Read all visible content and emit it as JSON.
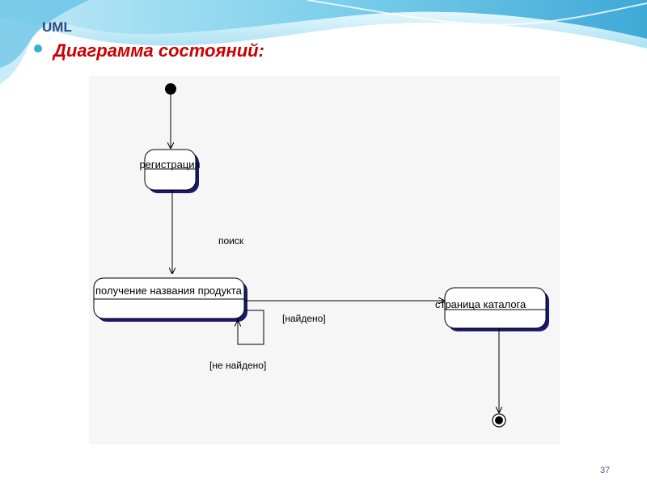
{
  "slide": {
    "kicker": "UML",
    "title": "Диаграмма состояний:",
    "page_number": "37"
  },
  "diagram": {
    "states": [
      {
        "id": "registration",
        "label": "регистрация"
      },
      {
        "id": "get-product-name",
        "label": "получение названия продукта"
      },
      {
        "id": "catalog-page",
        "label": "страница каталога"
      }
    ],
    "transitions": [
      {
        "from": "initial",
        "to": "registration",
        "label": ""
      },
      {
        "from": "registration",
        "to": "get-product-name",
        "label": "поиск"
      },
      {
        "from": "get-product-name",
        "to": "catalog-page",
        "label": "[найдено]"
      },
      {
        "from": "get-product-name",
        "to": "get-product-name",
        "label": "[не найдено]"
      },
      {
        "from": "catalog-page",
        "to": "final",
        "label": ""
      }
    ],
    "colors": {
      "line": "#000000",
      "state_fill": "#ffffff",
      "state_shadow": "#1a1a6e",
      "initial_fill": "#000000"
    }
  }
}
